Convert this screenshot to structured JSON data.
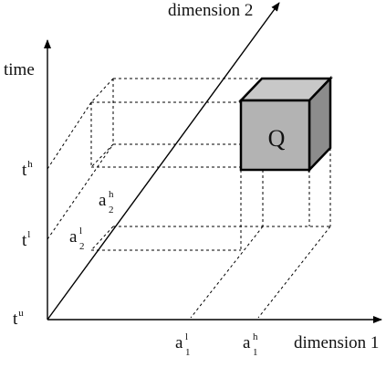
{
  "axes": {
    "time": "time",
    "dimension1": "dimension 1",
    "dimension2": "dimension 2"
  },
  "time_ticks": {
    "th": {
      "base": "t",
      "sup": "h"
    },
    "tl": {
      "base": "t",
      "sup": "l"
    },
    "tu": {
      "base": "t",
      "sup": "u"
    }
  },
  "dim1_ticks": {
    "a1l": {
      "base": "a",
      "sub": "1",
      "sup": "l"
    },
    "a1h": {
      "base": "a",
      "sub": "1",
      "sup": "h"
    }
  },
  "dim2_ticks": {
    "a2h": {
      "base": "a",
      "sub": "2",
      "sup": "h"
    },
    "a2l": {
      "base": "a",
      "sub": "2",
      "sup": "l"
    }
  },
  "query_box": {
    "label": "Q",
    "front_color": "#b3b3b3",
    "top_color": "#c8c8c8",
    "side_color": "#8c8c8c"
  }
}
